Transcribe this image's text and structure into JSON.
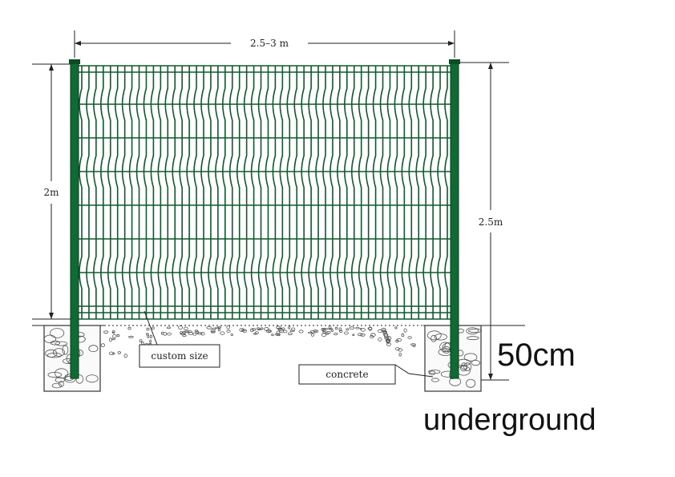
{
  "labels": {
    "width": "2.5–3 m",
    "panel_height": "2m",
    "post_height": "2.5m",
    "depth": "50cm",
    "depth_note": "underground",
    "custom": "custom size",
    "concrete": "concrete"
  },
  "colors": {
    "fence": "#0e5a2c",
    "post": "#0f6a33"
  }
}
